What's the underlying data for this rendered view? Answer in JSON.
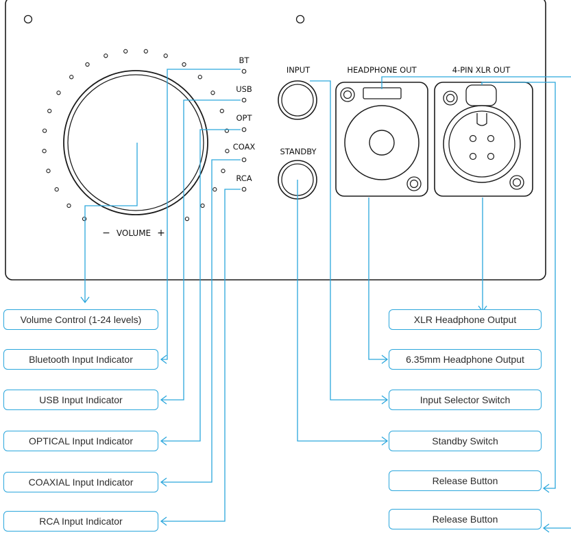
{
  "panel": {
    "volume_label": "VOLUME",
    "volume_minus": "−",
    "volume_plus": "+",
    "input_label": "INPUT",
    "standby_label": "STANDBY",
    "headphone_out_label": "HEADPHONE OUT",
    "xlr_out_label": "4-PIN XLR OUT",
    "indicators": [
      "BT",
      "USB",
      "OPT",
      "COAX",
      "RCA"
    ]
  },
  "callouts_left": [
    "Volume Control (1-24 levels)",
    "Bluetooth Input Indicator",
    "USB Input Indicator",
    "OPTICAL Input Indicator",
    "COAXIAL Input Indicator",
    "RCA Input Indicator"
  ],
  "callouts_right": [
    "XLR Headphone Output",
    "6.35mm Headphone Output",
    "Input Selector Switch",
    "Standby Switch",
    "Release Button",
    "Release Button"
  ],
  "colors": {
    "leader_line": "#2aa6dc",
    "panel_stroke": "#1a1a1a"
  }
}
